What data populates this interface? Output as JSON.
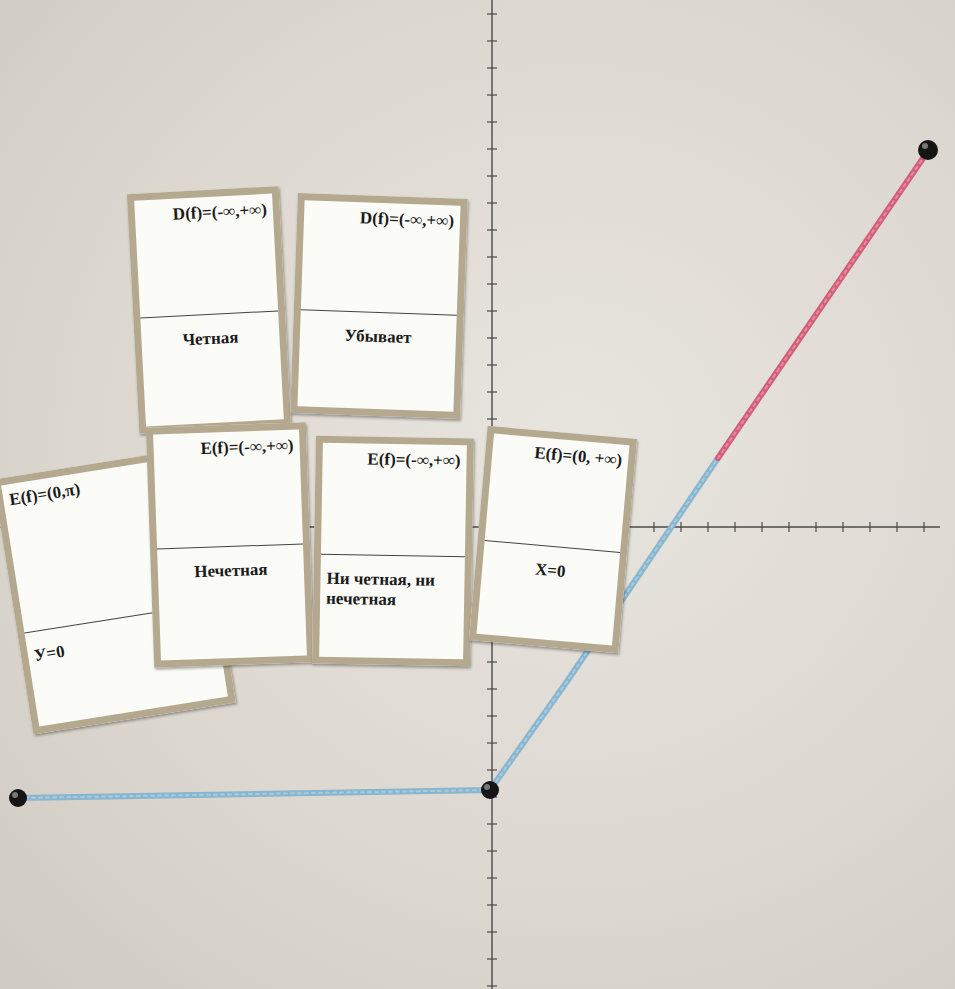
{
  "diagram": {
    "nodes": [
      {
        "text": [
          "D(f)=(-∞,+∞)",
          "Четная"
        ]
      },
      {
        "text": [
          "D(f)=(-∞,+∞)",
          "Убывает"
        ]
      },
      {
        "text": [
          "E(f)=(0,π)",
          "У=0"
        ]
      },
      {
        "text": [
          "E(f)=(-∞,+∞)",
          "Нечетная"
        ]
      },
      {
        "text": [
          "E(f)=(-∞,+∞)",
          "Ни четная, ни нечетная"
        ]
      },
      {
        "text": [
          "E(f)=(0, +∞)",
          "X=0"
        ]
      }
    ]
  }
}
